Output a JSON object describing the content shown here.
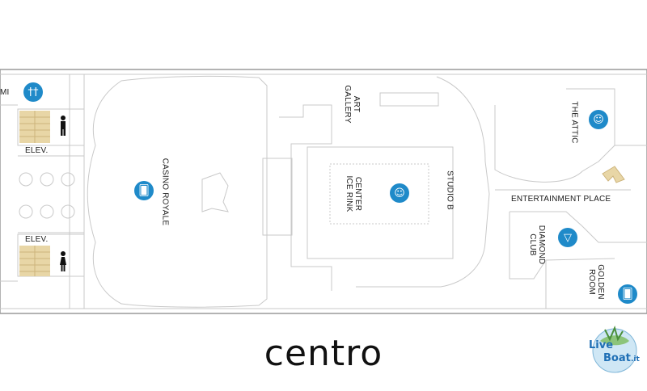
{
  "map": {
    "title": "centro",
    "labels": {
      "mi": "MI",
      "elev_top": "ELEV.",
      "elev_bottom": "ELEV.",
      "casino": "CASINO ROYALE",
      "art_gallery": "ART GALLERY",
      "center_ice_rink": "CENTER ICE RINK",
      "studio_b": "STUDIO B",
      "the_attic": "THE ATTIC",
      "entertainment_place": "ENTERTAINMENT PLACE",
      "diamond_club": "DIAMOND CLUB",
      "golden_room": "GOLDEN ROOM"
    },
    "art_gallery_lines": [
      "ART",
      "GALLERY"
    ],
    "center_lines": [
      "CENTER",
      "ICE RINK"
    ],
    "diamond_lines": [
      "DIAMOND",
      "CLUB"
    ],
    "golden_lines": [
      "GOLDEN",
      "ROOM"
    ],
    "icons": {
      "dining": "fork-knife-icon",
      "restroom": "person-icon",
      "theater": "theater-masks-icon",
      "bar": "cocktail-glass-icon",
      "casino": "playing-cards-icon"
    },
    "colors": {
      "icon_blue": "#1f8ac9",
      "stairs": "#e8d6a6",
      "wall": "#c9c9c9",
      "hull": "#9a9a9a"
    }
  },
  "logo": {
    "line1": "Live",
    "line2": "Boat",
    "suffix": ".it"
  }
}
